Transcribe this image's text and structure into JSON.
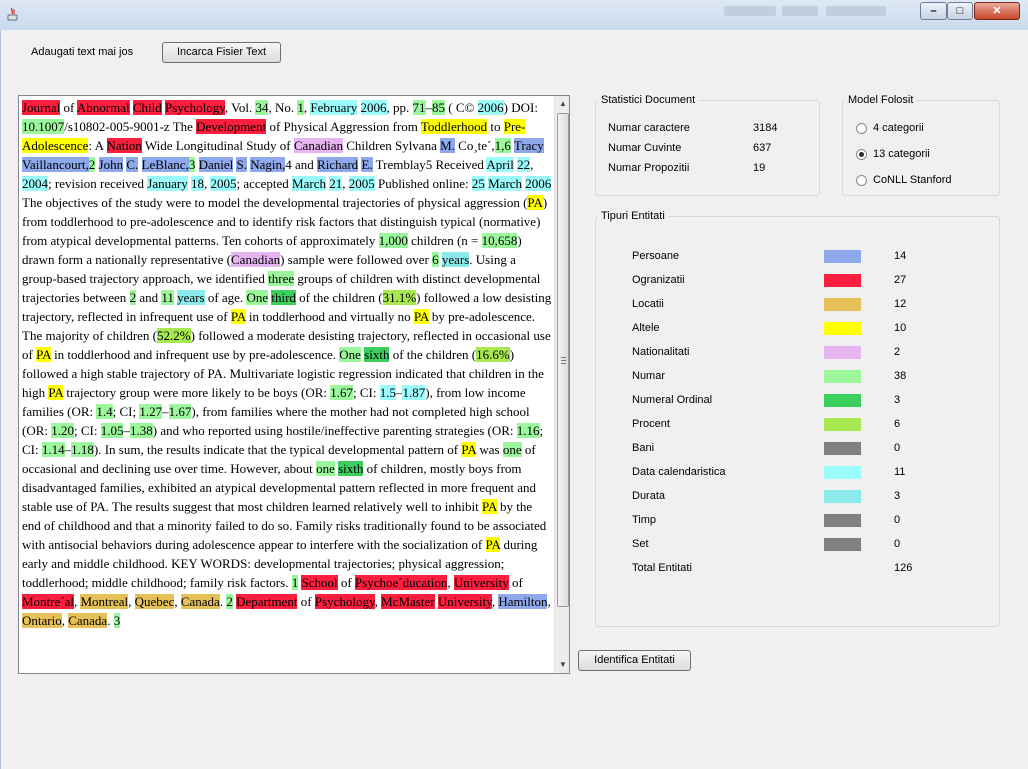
{
  "toolbar": {
    "prompt": "Adaugati text mai jos",
    "load_button": "Incarca Fisier Text"
  },
  "document_text": [
    {
      "t": "Journal",
      "c": "#fb1e3d"
    },
    {
      "t": " of "
    },
    {
      "t": "Abnormal",
      "c": "#fb1e3d"
    },
    {
      "t": " "
    },
    {
      "t": "Child",
      "c": "#fb1e3d"
    },
    {
      "t": " "
    },
    {
      "t": "Psychology",
      "c": "#fb1e3d"
    },
    {
      "t": ", Vol. "
    },
    {
      "t": "34",
      "c": "#9cf79c"
    },
    {
      "t": ", No. "
    },
    {
      "t": "1",
      "c": "#9cf79c"
    },
    {
      "t": ", "
    },
    {
      "t": "February",
      "c": "#9cfcfc"
    },
    {
      "t": " "
    },
    {
      "t": "2006",
      "c": "#9cfcfc"
    },
    {
      "t": ", pp. "
    },
    {
      "t": "71",
      "c": "#9cf79c"
    },
    {
      "t": "–"
    },
    {
      "t": "85",
      "c": "#9cf79c"
    },
    {
      "t": " ( C© "
    },
    {
      "t": "2006",
      "c": "#9cfcfc"
    },
    {
      "t": ") DOI: "
    },
    {
      "t": "10.1007",
      "c": "#9cf79c"
    },
    {
      "t": "/s10802-005-9001-z The "
    },
    {
      "t": "Development",
      "c": "#fb1e3d"
    },
    {
      "t": " of Physical Aggression from "
    },
    {
      "t": "Toddlerhood",
      "c": "#ffff00"
    },
    {
      "t": " to "
    },
    {
      "t": "Pre-Adolescence",
      "c": "#ffff00"
    },
    {
      "t": ": A "
    },
    {
      "t": "Nation",
      "c": "#fb1e3d"
    },
    {
      "t": " Wide Longitudinal Study of "
    },
    {
      "t": "Canadian",
      "c": "#e7b4f2"
    },
    {
      "t": " Children Sylvana "
    },
    {
      "t": "M.",
      "c": "#8ea8ec"
    },
    {
      "t": " Co¸te´,"
    },
    {
      "t": "1,6",
      "c": "#9cf79c"
    },
    {
      "t": " "
    },
    {
      "t": "Tracy",
      "c": "#8ea8ec"
    },
    {
      "t": " "
    },
    {
      "t": "Vaillancourt,",
      "c": "#8ea8ec"
    },
    {
      "t": "2",
      "c": "#9cf79c"
    },
    {
      "t": " "
    },
    {
      "t": "John",
      "c": "#8ea8ec"
    },
    {
      "t": " "
    },
    {
      "t": "C.",
      "c": "#8ea8ec"
    },
    {
      "t": " "
    },
    {
      "t": "LeBlanc,",
      "c": "#8ea8ec"
    },
    {
      "t": "3",
      "c": "#9cf79c"
    },
    {
      "t": " "
    },
    {
      "t": "Daniel",
      "c": "#8ea8ec"
    },
    {
      "t": " "
    },
    {
      "t": "S.",
      "c": "#8ea8ec"
    },
    {
      "t": " "
    },
    {
      "t": "Nagin,",
      "c": "#8ea8ec"
    },
    {
      "t": "4 and "
    },
    {
      "t": "Richard",
      "c": "#8ea8ec"
    },
    {
      "t": " "
    },
    {
      "t": "E.",
      "c": "#8ea8ec"
    },
    {
      "t": " Tremblay5 Received "
    },
    {
      "t": "April",
      "c": "#9cfcfc"
    },
    {
      "t": " "
    },
    {
      "t": "22",
      "c": "#9cfcfc"
    },
    {
      "t": ", "
    },
    {
      "t": "2004",
      "c": "#9cfcfc"
    },
    {
      "t": "; revision received "
    },
    {
      "t": "January",
      "c": "#9cfcfc"
    },
    {
      "t": " "
    },
    {
      "t": "18",
      "c": "#9cfcfc"
    },
    {
      "t": ", "
    },
    {
      "t": "2005",
      "c": "#9cfcfc"
    },
    {
      "t": "; accepted "
    },
    {
      "t": "March",
      "c": "#9cfcfc"
    },
    {
      "t": " "
    },
    {
      "t": "21",
      "c": "#9cfcfc"
    },
    {
      "t": ", "
    },
    {
      "t": "2005",
      "c": "#9cfcfc"
    },
    {
      "t": " Published online: "
    },
    {
      "t": "25",
      "c": "#9cfcfc"
    },
    {
      "t": " "
    },
    {
      "t": "March",
      "c": "#9cfcfc"
    },
    {
      "t": " "
    },
    {
      "t": "2006",
      "c": "#9cfcfc"
    },
    {
      "t": " The objectives of the study were to model the developmental trajectories of physical aggression ("
    },
    {
      "t": "PA",
      "c": "#ffff00"
    },
    {
      "t": ") from toddlerhood to pre-adolescence and to identify risk factors that distinguish typical (normative) from atypical developmental patterns. Ten cohorts of approximately "
    },
    {
      "t": "1,000",
      "c": "#9cf79c"
    },
    {
      "t": " children (n = "
    },
    {
      "t": "10,658",
      "c": "#9cf79c"
    },
    {
      "t": ") drawn form a nationally representative ("
    },
    {
      "t": "Canadian",
      "c": "#e7b4f2"
    },
    {
      "t": ") sample were followed over "
    },
    {
      "t": "6",
      "c": "#9cf79c"
    },
    {
      "t": " "
    },
    {
      "t": "years",
      "c": "#8deaea"
    },
    {
      "t": ". Using a group-based trajectory approach, we identified "
    },
    {
      "t": "three",
      "c": "#9cf79c"
    },
    {
      "t": " groups of children with distinct developmental trajectories between "
    },
    {
      "t": "2",
      "c": "#9cf79c"
    },
    {
      "t": " and "
    },
    {
      "t": "11",
      "c": "#9cf79c"
    },
    {
      "t": " "
    },
    {
      "t": "years",
      "c": "#8deaea"
    },
    {
      "t": " of age. "
    },
    {
      "t": "One",
      "c": "#9cf79c"
    },
    {
      "t": " "
    },
    {
      "t": "third",
      "c": "#3bcf5e"
    },
    {
      "t": " of the children ("
    },
    {
      "t": "31.1%",
      "c": "#a8e850"
    },
    {
      "t": ") followed a low desisting trajectory, reflected in infrequent use of "
    },
    {
      "t": "PA",
      "c": "#ffff00"
    },
    {
      "t": " in toddlerhood and virtually no "
    },
    {
      "t": "PA",
      "c": "#ffff00"
    },
    {
      "t": " by pre-adolescence. The majority of children ("
    },
    {
      "t": "52.2%",
      "c": "#a8e850"
    },
    {
      "t": ") followed a moderate desisting trajectory, reflected in occasional use of "
    },
    {
      "t": "PA",
      "c": "#ffff00"
    },
    {
      "t": " in toddlerhood and infrequent use by pre-adolescence. "
    },
    {
      "t": "One",
      "c": "#9cf79c"
    },
    {
      "t": " "
    },
    {
      "t": "sixth",
      "c": "#3bcf5e"
    },
    {
      "t": " of the children ("
    },
    {
      "t": "16.6%",
      "c": "#a8e850"
    },
    {
      "t": ") followed a high stable trajectory of PA. Multivariate logistic regression indicated that children in the high "
    },
    {
      "t": "PA",
      "c": "#ffff00"
    },
    {
      "t": " trajectory group were more likely to be boys (OR: "
    },
    {
      "t": "1.67",
      "c": "#9cf79c"
    },
    {
      "t": "; CI: "
    },
    {
      "t": "1.5",
      "c": "#9cfcfc"
    },
    {
      "t": "–"
    },
    {
      "t": "1.87",
      "c": "#9cfcfc"
    },
    {
      "t": "), from low income families (OR: "
    },
    {
      "t": "1.4",
      "c": "#9cf79c"
    },
    {
      "t": "; CI; "
    },
    {
      "t": "1.27",
      "c": "#9cf79c"
    },
    {
      "t": "–"
    },
    {
      "t": "1.67",
      "c": "#9cf79c"
    },
    {
      "t": "), from families where the mother had not completed high school (OR: "
    },
    {
      "t": "1.20",
      "c": "#9cf79c"
    },
    {
      "t": "; CI: "
    },
    {
      "t": "1.05",
      "c": "#9cf79c"
    },
    {
      "t": "–"
    },
    {
      "t": "1.38",
      "c": "#9cf79c"
    },
    {
      "t": ") and who reported using hostile/ineffective parenting strategies (OR: "
    },
    {
      "t": "1.16",
      "c": "#9cf79c"
    },
    {
      "t": "; CI: "
    },
    {
      "t": "1.14",
      "c": "#9cf79c"
    },
    {
      "t": "–"
    },
    {
      "t": "1.18",
      "c": "#9cf79c"
    },
    {
      "t": "). In sum, the results indicate that the typical developmental pattern of "
    },
    {
      "t": "PA",
      "c": "#ffff00"
    },
    {
      "t": " was "
    },
    {
      "t": "one",
      "c": "#9cf79c"
    },
    {
      "t": " of occasional and declining use over time. However, about "
    },
    {
      "t": "one",
      "c": "#9cf79c"
    },
    {
      "t": " "
    },
    {
      "t": "sixth",
      "c": "#3bcf5e"
    },
    {
      "t": " of children, mostly boys from disadvantaged families, exhibited an atypical developmental pattern reflected in more frequent and stable use of PA. The results suggest that most children learned relatively well to inhibit "
    },
    {
      "t": "PA",
      "c": "#ffff00"
    },
    {
      "t": " by the end of childhood and that a minority failed to do so. Family risks traditionally found to be associated with antisocial behaviors during adolescence appear to interfere with the socialization of "
    },
    {
      "t": "PA",
      "c": "#ffff00"
    },
    {
      "t": " during early and middle childhood. KEY WORDS: developmental trajectories; physical aggression; toddlerhood; middle childhood; family risk factors. "
    },
    {
      "t": "1",
      "c": "#9cf79c"
    },
    {
      "t": " "
    },
    {
      "t": "School",
      "c": "#fb1e3d"
    },
    {
      "t": " of "
    },
    {
      "t": "Psychoe´ducation",
      "c": "#fb1e3d"
    },
    {
      "t": ", "
    },
    {
      "t": "University",
      "c": "#fb1e3d"
    },
    {
      "t": " of "
    },
    {
      "t": "Montre´al",
      "c": "#fb1e3d"
    },
    {
      "t": ", "
    },
    {
      "t": "Montreal",
      "c": "#e6c059"
    },
    {
      "t": ", "
    },
    {
      "t": "Quebec",
      "c": "#e6c059"
    },
    {
      "t": ", "
    },
    {
      "t": "Canada",
      "c": "#e6c059"
    },
    {
      "t": ". "
    },
    {
      "t": "2",
      "c": "#9cf79c"
    },
    {
      "t": " "
    },
    {
      "t": "Department",
      "c": "#fb1e3d"
    },
    {
      "t": " of "
    },
    {
      "t": "Psychology",
      "c": "#fb1e3d"
    },
    {
      "t": ", "
    },
    {
      "t": "McMaster",
      "c": "#fb1e3d"
    },
    {
      "t": " "
    },
    {
      "t": "University",
      "c": "#fb1e3d"
    },
    {
      "t": ", "
    },
    {
      "t": "Hamilton",
      "c": "#8ea8ec"
    },
    {
      "t": ", "
    },
    {
      "t": "Ontario",
      "c": "#e6c059"
    },
    {
      "t": ", "
    },
    {
      "t": "Canada",
      "c": "#e6c059"
    },
    {
      "t": ". "
    },
    {
      "t": "3",
      "c": "#9cf79c"
    }
  ],
  "stats": {
    "title": "Statistici Document",
    "chars_label": "Numar caractere",
    "chars_value": "3184",
    "words_label": "Numar Cuvinte",
    "words_value": "637",
    "sentences_label": "Numar Propozitii",
    "sentences_value": "19"
  },
  "model": {
    "title": "Model Folosit",
    "options": [
      "4 categorii",
      "13 categorii",
      "CoNLL Stanford"
    ],
    "selected": "13 categorii"
  },
  "entities": {
    "title": "Tipuri Entitati",
    "rows": [
      {
        "label": "Persoane",
        "color": "#8ea8ec",
        "count": "14"
      },
      {
        "label": "Ogranizatii",
        "color": "#fb1e3d",
        "count": "27"
      },
      {
        "label": "Locatii",
        "color": "#e6c059",
        "count": "12"
      },
      {
        "label": "Altele",
        "color": "#ffff00",
        "count": "10"
      },
      {
        "label": "Nationalitati",
        "color": "#e7b4f2",
        "count": "2"
      },
      {
        "label": "Numar",
        "color": "#9cf79c",
        "count": "38"
      },
      {
        "label": "Numeral Ordinal",
        "color": "#3bcf5e",
        "count": "3"
      },
      {
        "label": "Procent",
        "color": "#a8e850",
        "count": "6"
      },
      {
        "label": "Bani",
        "color": "#808080",
        "count": "0"
      },
      {
        "label": "Data calendaristica",
        "color": "#9cfcfc",
        "count": "11"
      },
      {
        "label": "Durata",
        "color": "#8deaea",
        "count": "3"
      },
      {
        "label": "Timp",
        "color": "#808080",
        "count": "0"
      },
      {
        "label": "Set",
        "color": "#808080",
        "count": "0"
      }
    ],
    "total_label": "Total Entitati",
    "total_value": "126"
  },
  "identify_button": "Identifica Entitati"
}
